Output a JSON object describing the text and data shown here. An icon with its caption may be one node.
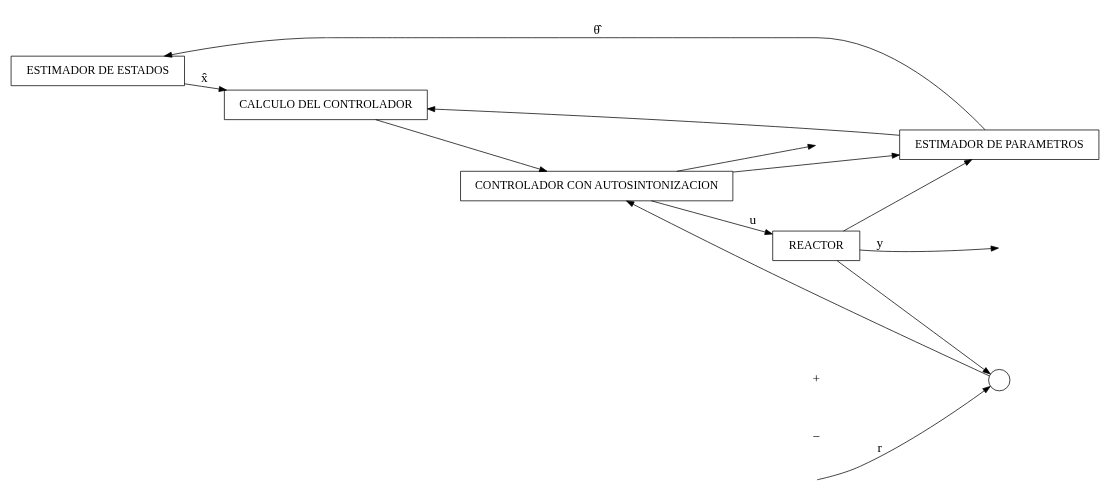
{
  "diagram": {
    "nodes": [
      {
        "text": [
          "ESTIMADOR DE ESTADOS"
        ]
      },
      {
        "text": [
          "ESTIMADOR DE PARAMETROS"
        ]
      },
      {
        "text": [
          "CALCULO DEL CONTROLADOR"
        ]
      },
      {
        "text": [],
        "shape": "circle"
      },
      {
        "text": [
          "CONTROLADOR CON AUTOSINTONIZACION"
        ]
      },
      {
        "text": [
          "REACTOR"
        ]
      }
    ],
    "edges": [
      {
        "from": null,
        "to": 3,
        "arrow": "to",
        "label": "r"
      },
      {
        "from": 3,
        "to": 4,
        "arrow": "to"
      },
      {
        "from": 4,
        "to": 5,
        "arrow": "to",
        "label": "u"
      },
      {
        "from": 4,
        "to": 1,
        "arrow": "to"
      },
      {
        "from": 5,
        "to": null,
        "arrow": "to",
        "label": "y"
      },
      {
        "from": 5,
        "to": 1,
        "arrow": "to"
      },
      {
        "from": 5,
        "to": 3,
        "arrow": "to"
      },
      {
        "from": 1,
        "to": 0,
        "arrow": "to",
        "label": "θ̂"
      },
      {
        "from": 1,
        "to": 2,
        "arrow": "to"
      },
      {
        "from": 0,
        "to": 2,
        "arrow": "to",
        "label": "x̂"
      },
      {
        "from": 2,
        "to": 4,
        "arrow": "to"
      },
      {
        "from": 4,
        "to": null,
        "arrow": "to"
      }
    ],
    "labels": [
      "+",
      "−"
    ]
  }
}
